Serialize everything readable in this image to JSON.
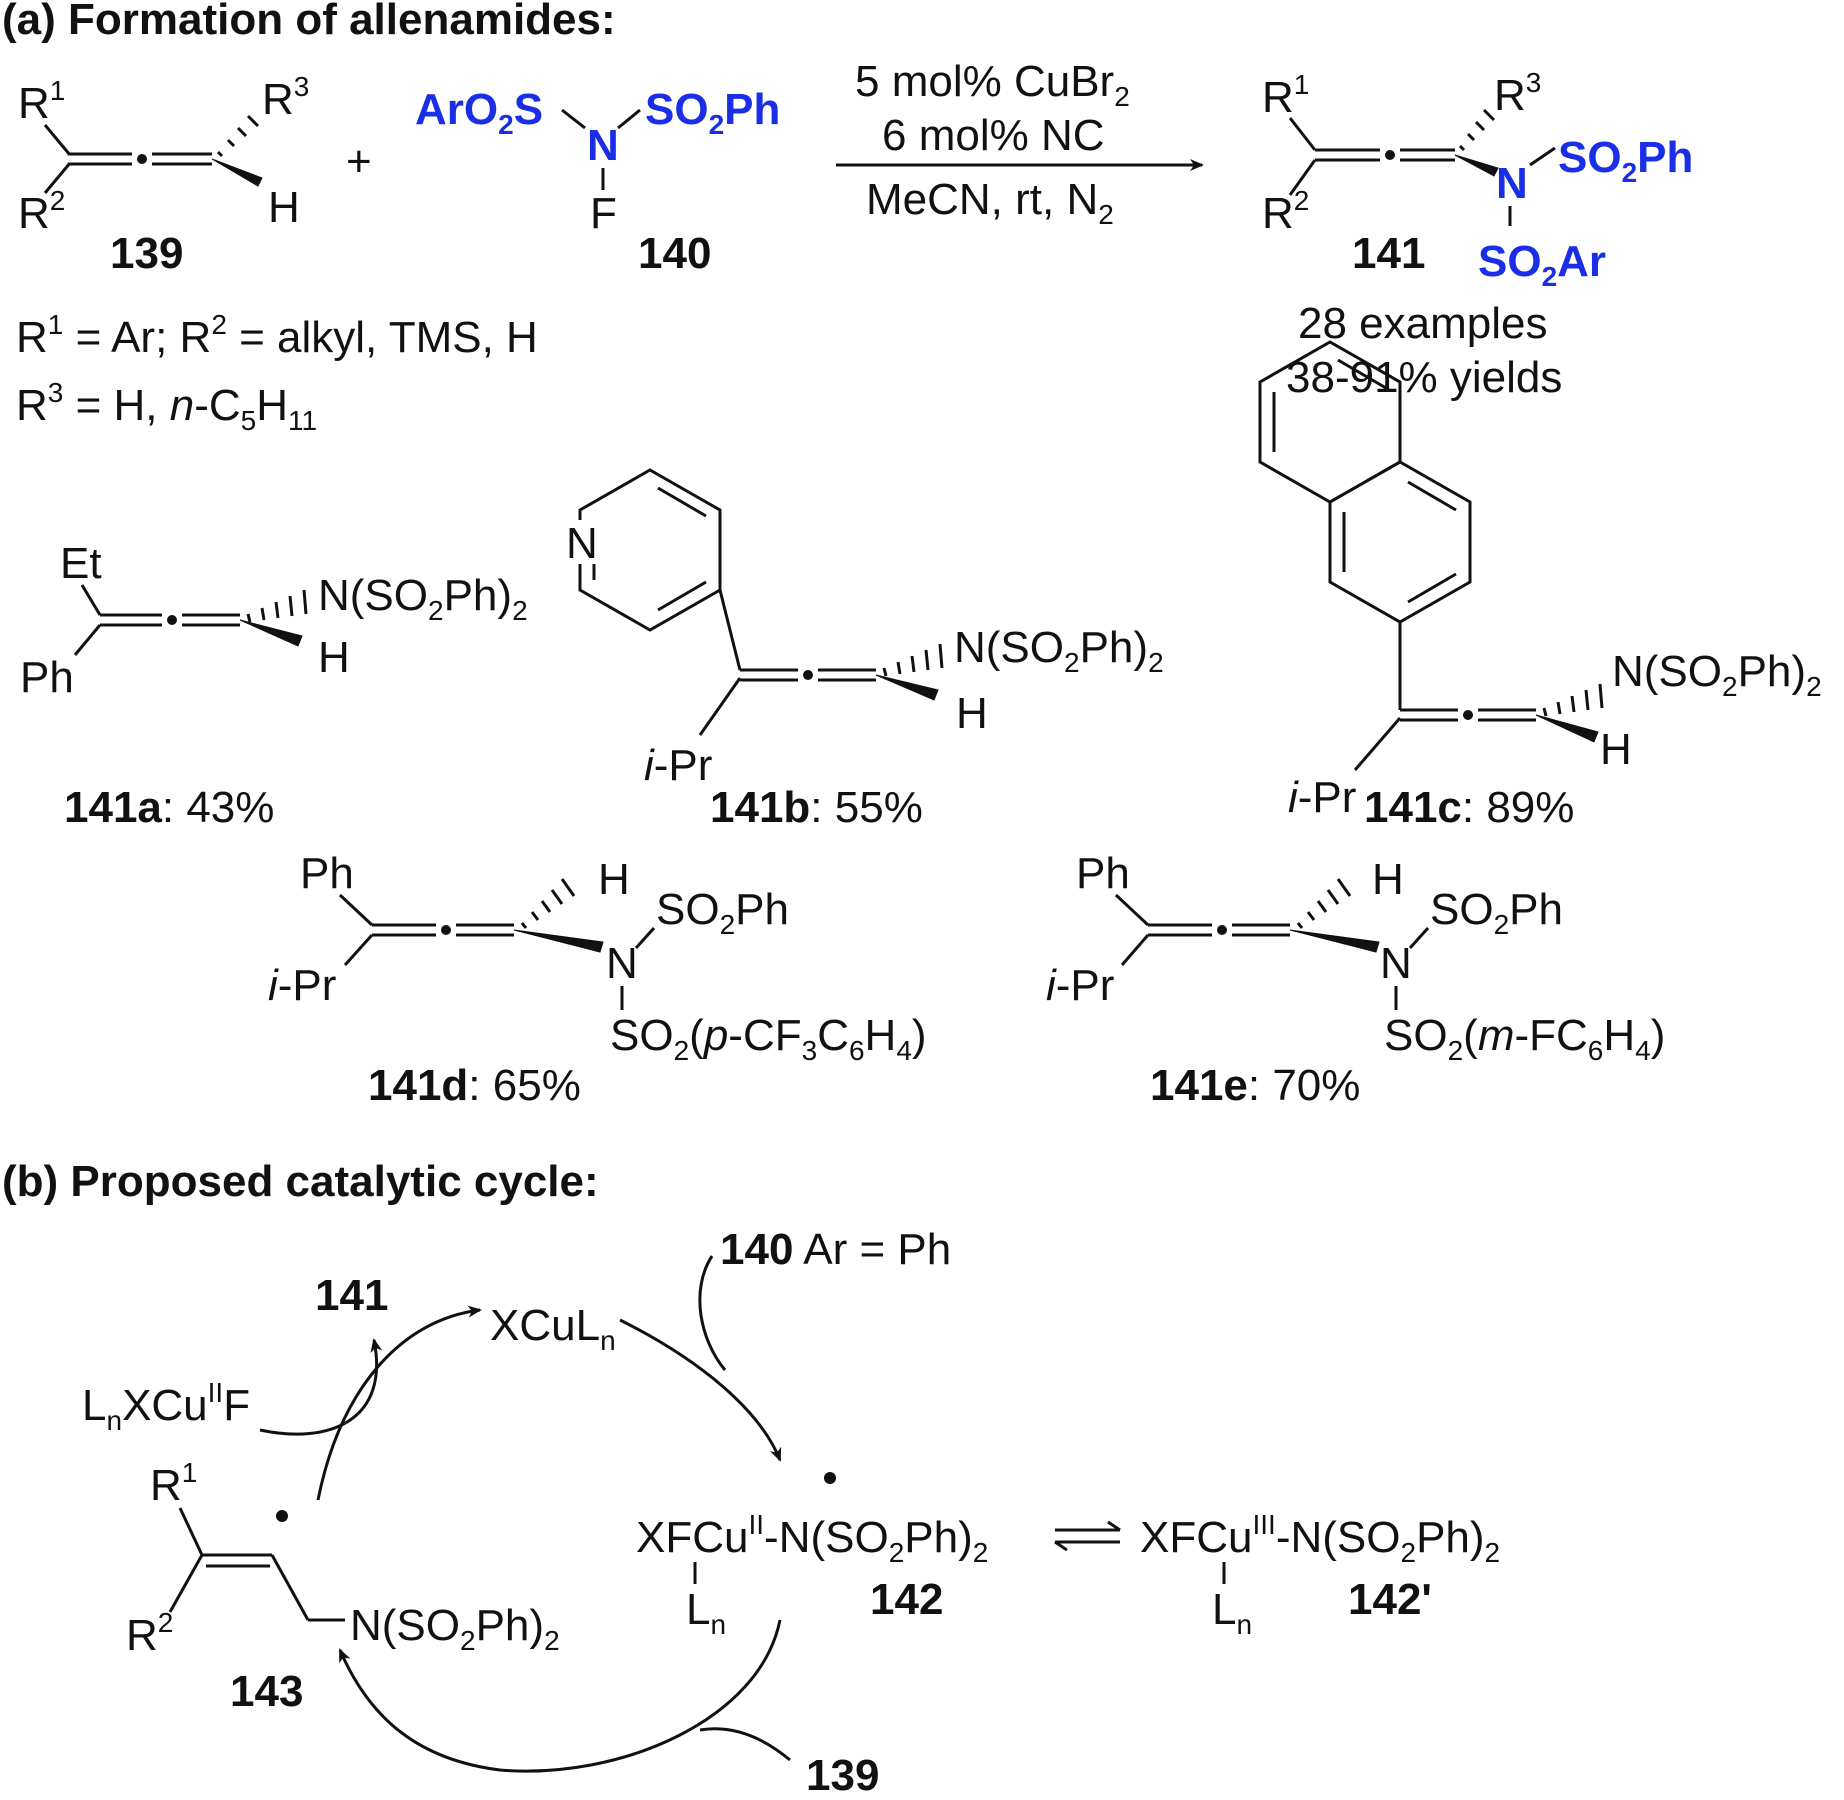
{
  "section_a": {
    "title": "(a) Formation of allenamides:"
  },
  "reaction": {
    "allene_R1": "R",
    "allene_R1_sup": "1",
    "allene_R2": "R",
    "allene_R2_sup": "2",
    "allene_R3": "R",
    "allene_R3_sup": "3",
    "allene_H": "H",
    "label_139": "139",
    "plus": "+",
    "reagent_left": [
      "Ar",
      "O",
      "2",
      "S"
    ],
    "reagent_N": "N",
    "reagent_right": [
      "SO",
      "2",
      "Ph"
    ],
    "reagent_F": "F",
    "label_140": "140",
    "conditions": {
      "line1": [
        "5 mol% CuBr",
        "2"
      ],
      "line2": "6 mol% NC",
      "line3": [
        "MeCN, rt, N",
        "2"
      ]
    },
    "product_R1_sup": "1",
    "product_R2_sup": "2",
    "product_R3_sup": "3",
    "product_N": "N",
    "product_SO2Ph": [
      "SO",
      "2",
      "Ph"
    ],
    "product_SO2Ar": [
      "SO",
      "2",
      "Ar"
    ],
    "label_141": "141",
    "scope_examples": "28 examples",
    "scope_yields": "38-91% yields",
    "definitions": {
      "line1": [
        "R",
        "1",
        " = Ar; R",
        "2",
        " = alkyl, TMS, H"
      ],
      "line2": [
        "R",
        "3",
        " = H, ",
        "n",
        "-C",
        "5",
        "H",
        "11"
      ]
    }
  },
  "examples": {
    "n_so2ph_2": [
      "N(SO",
      "2",
      "Ph)",
      "2"
    ],
    "a": {
      "sub1": "Et",
      "sub2": "Ph",
      "H": "H",
      "label": "141a",
      "yield": ": 43%"
    },
    "b": {
      "ring_N": "N",
      "sub2": [
        "i",
        "-Pr"
      ],
      "H": "H",
      "label": "141b",
      "yield": ": 55%"
    },
    "c": {
      "sub2": [
        "i",
        "-Pr"
      ],
      "H": "H",
      "label": "141c",
      "yield": ": 89%"
    },
    "d": {
      "sub1": "Ph",
      "sub2": [
        "i",
        "-Pr"
      ],
      "H": "H",
      "N": "N",
      "so2ph": [
        "SO",
        "2",
        "Ph"
      ],
      "so2ar": [
        "SO",
        "2",
        "(",
        "p",
        "-CF",
        "3",
        "C",
        "6",
        "H",
        "4",
        ")"
      ],
      "label": "141d",
      "yield": ": 65%"
    },
    "e": {
      "sub1": "Ph",
      "sub2": [
        "i",
        "-Pr"
      ],
      "H": "H",
      "N": "N",
      "so2ph": [
        "SO",
        "2",
        "Ph"
      ],
      "so2ar": [
        "SO",
        "2",
        "(",
        "m",
        "-FC",
        "6",
        "H",
        "4",
        ")"
      ],
      "label": "141e",
      "yield": ": 70%"
    }
  },
  "section_b": {
    "title": "(b) Proposed catalytic cycle:"
  },
  "cycle": {
    "reagent_140": "140",
    "reagent_140_rest": " Ar = Ph",
    "xculn": [
      "XCuL",
      "n"
    ],
    "product_141": "141",
    "lnxcuf": [
      "L",
      "n",
      "XCu",
      "II",
      "F"
    ],
    "int142": [
      "XFCu",
      "II",
      "-N(SO",
      "2",
      "Ph)",
      "2"
    ],
    "int142_ln": [
      "L",
      "n"
    ],
    "label_142": "142",
    "int142p": [
      "XFCu",
      "III",
      "-N(SO",
      "2",
      "Ph)",
      "2"
    ],
    "int142p_ln": [
      "L",
      "n"
    ],
    "label_142p": "142'",
    "int143_R1": [
      "R",
      "1"
    ],
    "int143_R2": [
      "R",
      "2"
    ],
    "int143_N": [
      "N(SO",
      "2",
      "Ph)",
      "2"
    ],
    "label_143": "143",
    "reagent_139": "139"
  }
}
